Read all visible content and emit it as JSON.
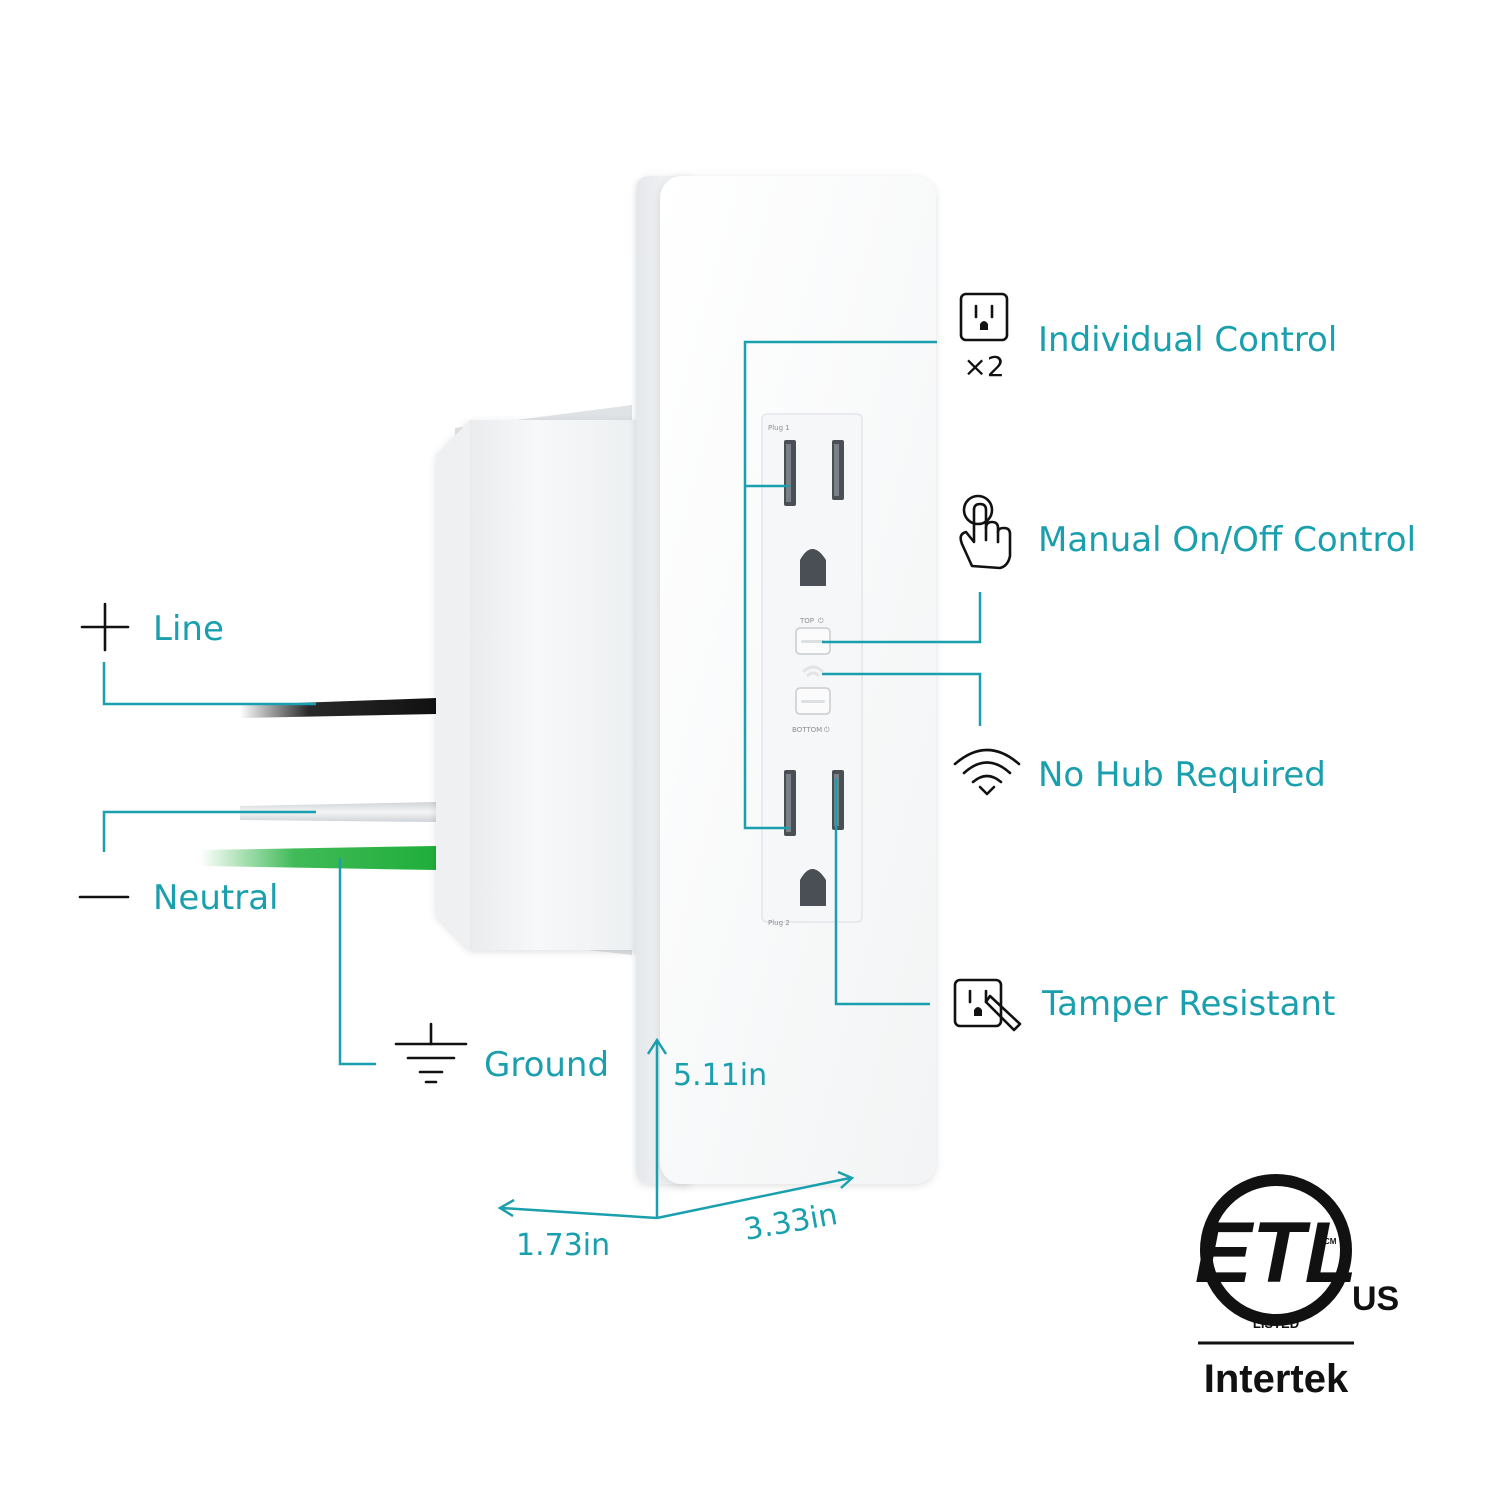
{
  "colors": {
    "accent": "#1a9fae",
    "ground_wire": "#1fae3a",
    "line_wire": "#111111",
    "icon": "#111111"
  },
  "wiring": {
    "line": {
      "symbol": "plus-icon",
      "label": "Line"
    },
    "neutral": {
      "symbol": "minus-icon",
      "label": "Neutral"
    },
    "ground": {
      "symbol": "ground-icon",
      "label": "Ground"
    }
  },
  "features": [
    {
      "icon": "outlet-icon",
      "icon_caption": "×2",
      "label": "Individual Control"
    },
    {
      "icon": "hand-press-icon",
      "label": "Manual On/Off Control"
    },
    {
      "icon": "wifi-icon",
      "label": "No Hub Required"
    },
    {
      "icon": "tamper-outlet-icon",
      "label": "Tamper Resistant"
    }
  ],
  "faceplate": {
    "plug1": "Plug 1",
    "plug2": "Plug 2",
    "top_button": "TOP",
    "bottom_button": "BOTTOM"
  },
  "dimensions": {
    "height": "5.11in",
    "width": "3.33in",
    "depth": "1.73in"
  },
  "certification": {
    "mark": "ETL",
    "listed": "LISTED",
    "cm": "CM",
    "region": "US",
    "issuer": "Intertek"
  }
}
